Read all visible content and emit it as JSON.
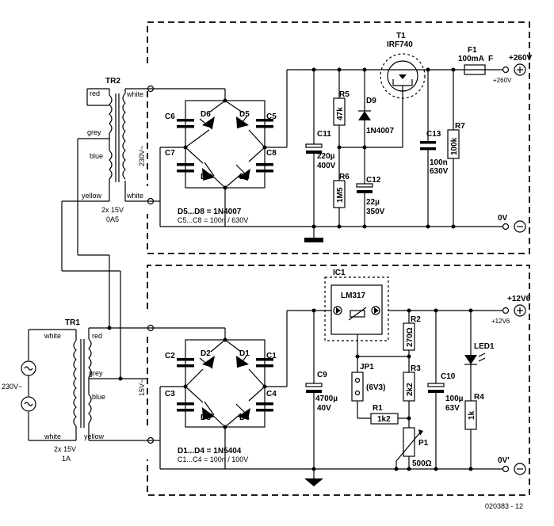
{
  "labels": {
    "tr2": "TR2",
    "tr2_red": "red",
    "tr2_grey": "grey",
    "tr2_blue": "blue",
    "tr2_yellow": "yellow",
    "tr2_white_top": "white",
    "tr2_white_bot": "white",
    "tr2_primary": "230V~",
    "tr2_rating1": "2x 15V",
    "tr2_rating2": "0A5",
    "tr1": "TR1",
    "tr1_white_top": "white",
    "tr1_white_bot": "white",
    "tr1_red": "red",
    "tr1_grey": "grey",
    "tr1_blue": "blue",
    "tr1_yellow": "yellow",
    "tr1_rating1": "2x 15V",
    "tr1_rating2": "1A",
    "mains": "230V~",
    "tr1_sec": "15V~",
    "c5c": "C5",
    "c6": "C6",
    "c7": "C7",
    "c8": "C8",
    "d5": "D5",
    "d6": "D6",
    "d7": "D7",
    "d8": "D8",
    "d5d8_note": "D5...D8 = 1N4007",
    "c5c8_note": "C5...C8 = 100n / 630V",
    "c11": "C11",
    "c11_v1": "220µ",
    "c11_v2": "400V",
    "r5": "R5",
    "r5_v": "47k",
    "r6": "R6",
    "r6_v": "1M5",
    "t1": "T1",
    "t1_v": "IRF740",
    "d9": "D9",
    "d9_v": "1N4007",
    "c12": "C12",
    "c12_v1": "22µ",
    "c12_v2": "350V",
    "c13": "C13",
    "c13_v1": "100n",
    "c13_v2": "630V",
    "r7": "R7",
    "r7_v": "100k",
    "f1": "F1",
    "f1_v": "100mA",
    "f1_f": "F",
    "out_hv": "+260V",
    "out_hv2": "+260V",
    "out_0v": "0V",
    "c1": "C1",
    "c2": "C2",
    "c3": "C3",
    "c4": "C4",
    "d1": "D1",
    "d2": "D2",
    "d3": "D3",
    "d4": "D4",
    "d1d4_note": "D1...D4 = 1N5404",
    "c1c4_note": "C1...C4 = 100n / 100V",
    "c9": "C9",
    "c9_v1": "4700µ",
    "c9_v2": "40V",
    "ic1": "IC1",
    "ic1_v": "LM317",
    "r2": "R2",
    "r2_v": "270Ω",
    "jp1": "JP1",
    "jp1_v": "(6V3)",
    "r3": "R3",
    "r3_v": "2k2",
    "r1": "R1",
    "r1_v": "1k2",
    "p1": "P1",
    "p1_v": "500Ω",
    "c10": "C10",
    "c10_v1": "100µ",
    "c10_v2": "63V",
    "led1": "LED1",
    "r4": "R4",
    "r4_v": "1k",
    "out_lv": "+12V6",
    "out_lv2": "+12V6",
    "out_0v2": "0V'",
    "figure_id": "020383 - 12"
  }
}
